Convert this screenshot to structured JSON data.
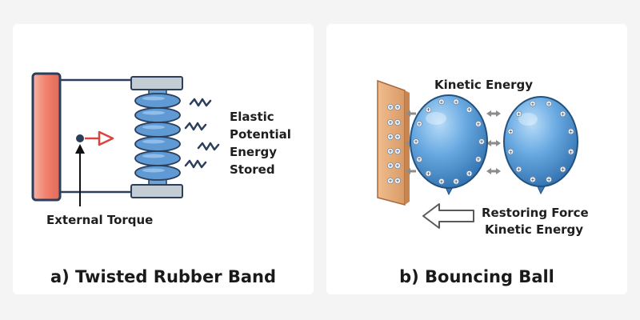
{
  "panel_a": {
    "caption": "a) Twisted Rubber Band",
    "energy_label": [
      "Elastic",
      "Potential",
      "Energy",
      "Stored"
    ],
    "torque_label": "External Torque"
  },
  "panel_b": {
    "caption": "b) Bouncing Ball",
    "kinetic_label": "Kinetic Energy",
    "restoring_label": [
      "Restoring Force",
      "Kinetic Energy"
    ]
  },
  "charge_signs": {
    "wall": "+",
    "ball_left": [
      "+",
      "+",
      "+",
      "+",
      "+",
      "+",
      "+",
      "+",
      "+",
      "+",
      "+",
      "+",
      "+",
      "+"
    ],
    "ball_right": [
      "+",
      "+",
      "+",
      "+",
      "+",
      "+",
      "+",
      "+",
      "+",
      "+",
      "+",
      "+"
    ]
  },
  "colors": {
    "rubber_blue": "#5f9ad4",
    "clamp_gray": "#c4ccd4",
    "post_coral": "#f0806c",
    "ball_blue": "#4a8fd0",
    "arrow_red": "#d9443c",
    "wall_tan": "#e3a877"
  }
}
